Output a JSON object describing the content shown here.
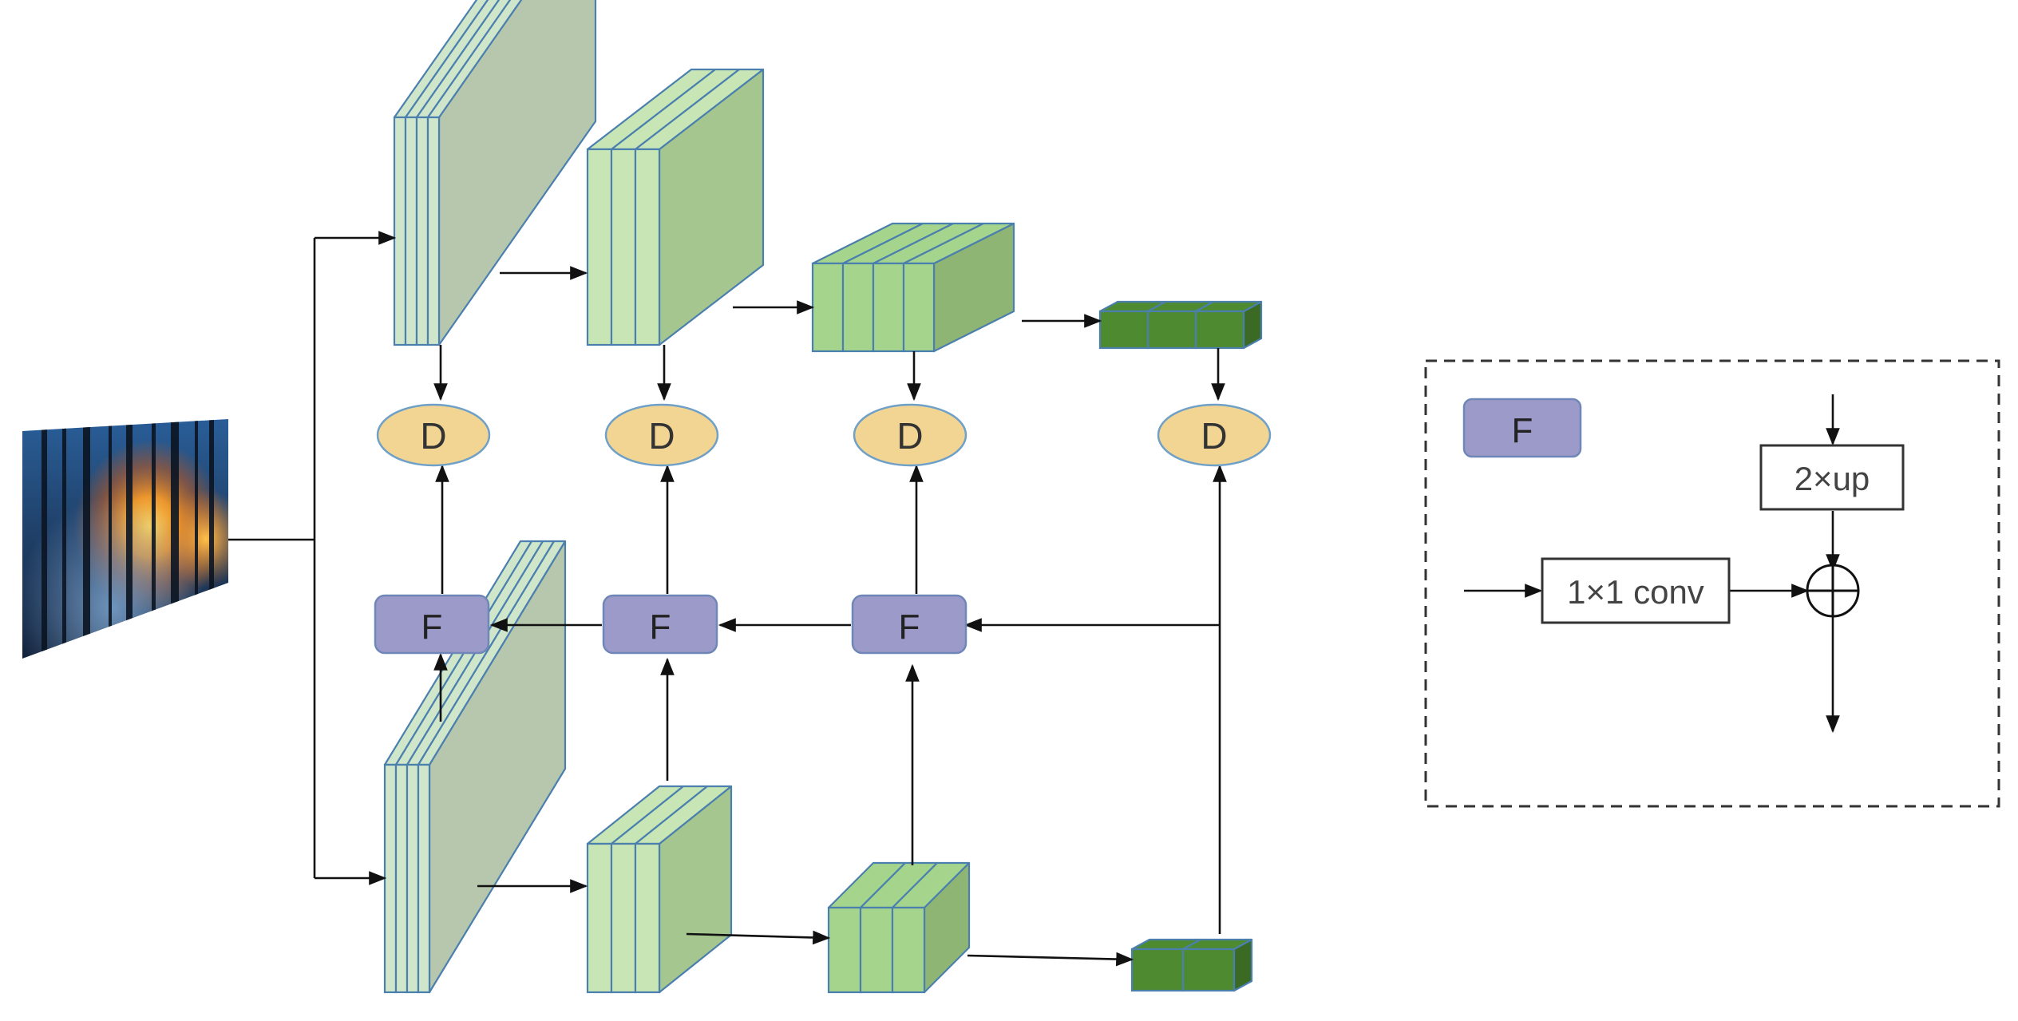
{
  "diagram": {
    "detector_label": "D",
    "fusion_label": "F",
    "legend": {
      "fusion_label": "F",
      "conv_label": "1×1 conv",
      "upsample_label": "2×up"
    }
  },
  "colors": {
    "stroke": "#4a7fae",
    "face_pale": "#cfe6cb",
    "face_light": "#c8e6b5",
    "face_mid": "#a5d58c",
    "face_dark": "#4e8a30",
    "side_gray": "#b7c7ae",
    "side_light": "#a5c78f",
    "side_mid": "#8fb575",
    "side_dark": "#3a6a24",
    "detector_fill": "#f3d593",
    "detector_stroke": "#6fa0c8",
    "fusion_fill": "#9c9ac9",
    "fusion_stroke": "#6f87b8",
    "arrow": "#111111"
  }
}
